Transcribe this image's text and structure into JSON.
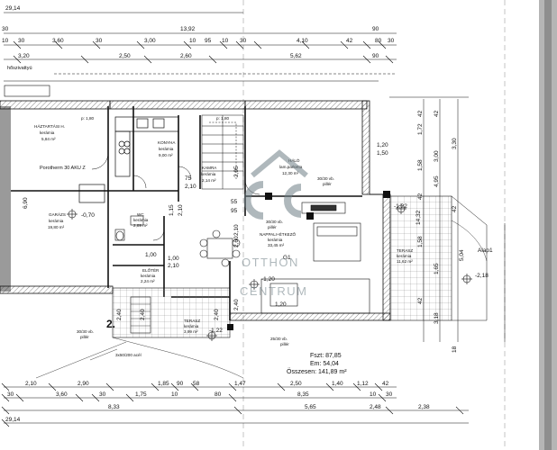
{
  "top_dims": {
    "overall_top": "29,14",
    "overall_13": "13,92",
    "row1": [
      "10",
      "30",
      "3,60",
      "30",
      "3,00",
      "10",
      "95",
      "10",
      "30",
      "4,10",
      "42",
      "80",
      "30"
    ],
    "row2": [
      "3,20",
      "2,50",
      "2,60",
      "5,62",
      "90"
    ],
    "small_90": "90",
    "left_30": "30"
  },
  "bottom_dims": {
    "row1": [
      "2,10",
      "2,90",
      "1,85",
      "90",
      "58",
      "1,47",
      "2,50",
      "1,40",
      "1,12",
      "42"
    ],
    "row2": [
      "30",
      "3,60",
      "30",
      "1,75",
      "10",
      "80",
      "8,35",
      "10",
      "30"
    ],
    "row3": [
      "8,33",
      "5,65",
      "2,48",
      "2,38"
    ],
    "overall": "29,14"
  },
  "right_dims": [
    "42",
    "1,72",
    "42",
    "3,00",
    "3,30",
    "4,95",
    "42",
    "1,58",
    "1,58",
    "1,65",
    "42",
    "14,32",
    "18",
    "3,18"
  ],
  "right_extra": [
    "1,20",
    "1,50",
    "42",
    "5,04"
  ],
  "annotations": {
    "hoszivattyu": "hőszivattyú",
    "porotherm": "Porotherm 30 AKU Z",
    "level_garage": "-0,70",
    "level_entry": "-1,20",
    "level_alap": "Alap1",
    "level_right": "-2,18",
    "level_terrace": "-1,22",
    "level_terrace2": "-1,22",
    "g1": "G1",
    "stair_no": "2.",
    "pillar_1": "30/30 vb.",
    "pillar_1b": "pillér",
    "pillar_2": "30/30 vb.",
    "pillar_2b": "pillér",
    "pillar_3": "30/30 vb.",
    "pillar_3b": "pillér",
    "pillar_4": "25/30 vb.",
    "pillar_4b": "pillér",
    "stair_size": "3x50/200 acél",
    "p180_a": "p: 1,80",
    "p180_b": "p: 1,80",
    "dim_690": "6,90",
    "dim_115": "1,15",
    "dim_210a": "2,10",
    "dim_210b": "2,10",
    "dim_210c": "2,10",
    "dim_75": "75",
    "dim_95": "95",
    "dim_100": "1,00",
    "dim_100b": "1,00",
    "dim_240a": "2,40",
    "dim_240b": "2,40",
    "dim_240c": "2,40",
    "dim_260": "2,60",
    "dim_210d": "2,10",
    "dim_120": "1,20",
    "dim_055": "55",
    "dim_240d": "2,40",
    "dim_295": "2,95"
  },
  "rooms": [
    {
      "name": "HÁZTARTÁSI H.",
      "floor": "kerámia",
      "area": "5,84 m²"
    },
    {
      "name": "GARÁZS",
      "floor": "kerámia",
      "area": "19,80 m²"
    },
    {
      "name": "WC",
      "floor": "kerámia",
      "area": "2,89 m²"
    },
    {
      "name": "KONYHA",
      "floor": "kerámia",
      "area": "9,00 m²"
    },
    {
      "name": "KAMRA",
      "floor": "kerámia",
      "area": "2,14 m²"
    },
    {
      "name": "HÁLÓ",
      "floor": "lam.parketta",
      "area": "12,30 m²"
    },
    {
      "name": "NAPPALI+ÉTKEZŐ",
      "floor": "kerámia",
      "area": "33,45 m²"
    },
    {
      "name": "ELŐTÉR",
      "floor": "kerámia",
      "area": "2,24 m²"
    },
    {
      "name": "TERASZ",
      "floor": "kerámia",
      "area": "11,62 m²"
    },
    {
      "name": "TERASZ",
      "floor": "kerámia",
      "area": "3,99 m²"
    }
  ],
  "summary": {
    "fszt": "Fszt: 87,85",
    "em": "Em: 54,04",
    "osszesen": "Összesen: 141,89 m²"
  },
  "watermark": {
    "line1": "OTTHON",
    "line2": "CENTRUM"
  },
  "colors": {
    "line": "#111111",
    "grey_strip": "#9a9a9a",
    "watermark": "#6f7f86"
  }
}
